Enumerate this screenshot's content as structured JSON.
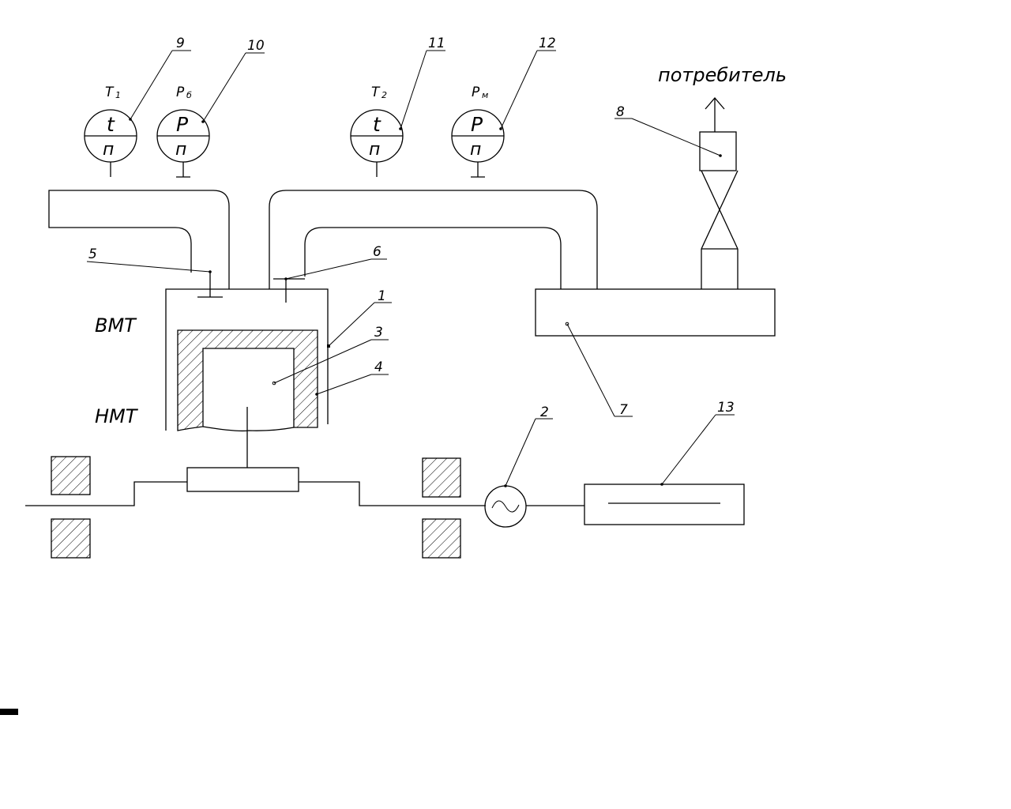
{
  "diagram": {
    "consumer_label": "потребитель",
    "tdc_label": "ВМТ",
    "bdc_label": "НМТ",
    "callouts": [
      "1",
      "2",
      "3",
      "4",
      "5",
      "6",
      "7",
      "8",
      "9",
      "10",
      "11",
      "12",
      "13"
    ],
    "gauges": [
      {
        "name_main": "T",
        "name_sub": "1",
        "top": "t",
        "bottom": "п",
        "callout": "9"
      },
      {
        "name_main": "P",
        "name_sub": "б",
        "top": "P",
        "bottom": "п",
        "callout": "10"
      },
      {
        "name_main": "T",
        "name_sub": "2",
        "top": "t",
        "bottom": "п",
        "callout": "11"
      },
      {
        "name_main": "P",
        "name_sub": "м",
        "top": "P",
        "bottom": "п",
        "callout": "12"
      }
    ]
  }
}
